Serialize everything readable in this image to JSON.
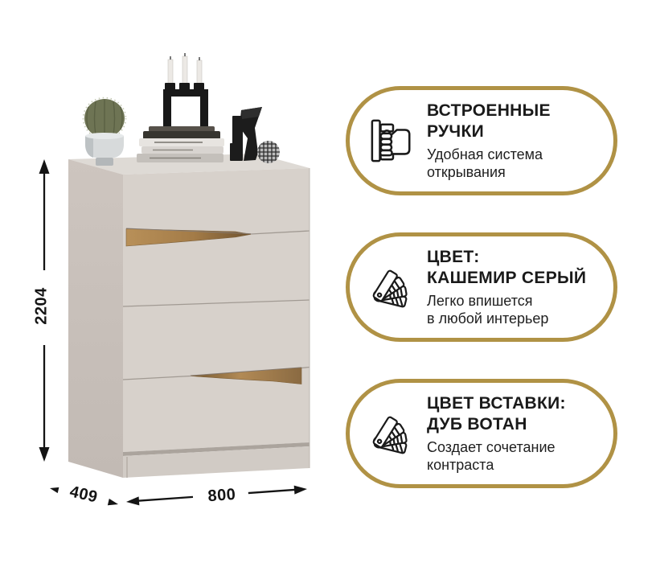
{
  "dimensions": {
    "height_mm": "2204",
    "depth_mm": "409",
    "width_mm": "800"
  },
  "badges": [
    {
      "icon": "built-in-handle-icon",
      "title1": "ВСТРОЕННЫЕ",
      "title2": "РУЧКИ",
      "sub1": "Удобная система",
      "sub2": "открывания"
    },
    {
      "icon": "color-swatch-fan-icon",
      "title1": "ЦВЕТ:",
      "title2": "КАШЕМИР СЕРЫЙ",
      "sub1": "Легко впишется",
      "sub2": "в любой интерьер"
    },
    {
      "icon": "color-swatch-fan-icon",
      "title1": "ЦВЕТ ВСТАВКИ:",
      "title2": "ДУБ ВОТАН",
      "sub1": "Создает сочетание",
      "sub2": "контраста"
    }
  ],
  "colors": {
    "badge_border": "#b09245",
    "text": "#1a1a1a",
    "furniture_front": "#d7d1cb",
    "furniture_side": "#c9c1bb",
    "furniture_top": "#dedad5",
    "wood_insert": "#a8814d",
    "background": "#ffffff"
  },
  "scene": {
    "decor": [
      "cactus-plant",
      "book-stack",
      "candelabra-with-candles",
      "black-vases",
      "wire-sphere"
    ]
  }
}
